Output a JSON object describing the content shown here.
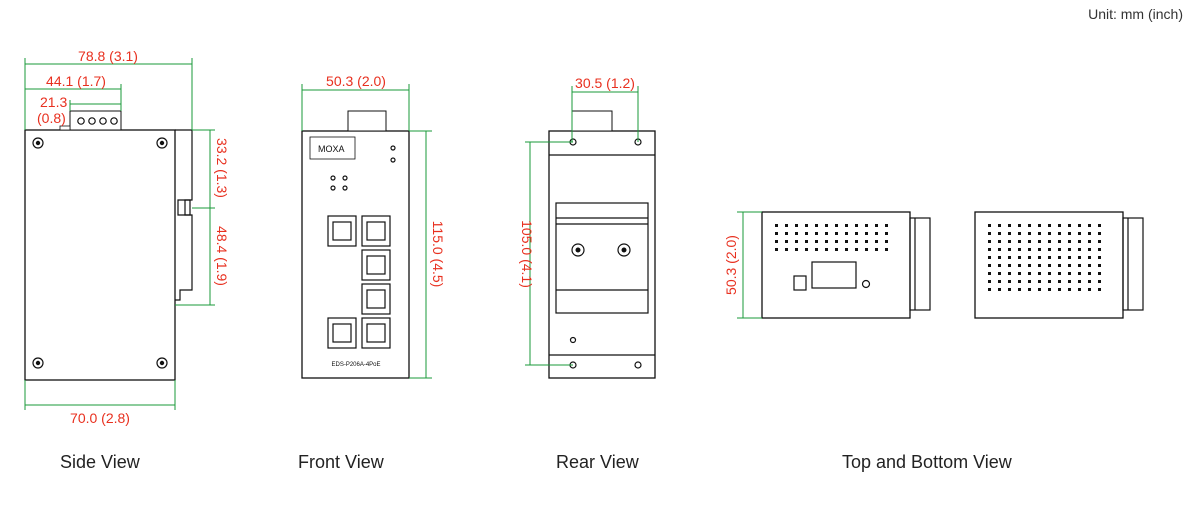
{
  "unit_label": "Unit: mm (inch)",
  "views": {
    "side": "Side View",
    "front": "Front View",
    "rear": "Rear View",
    "top_bottom": "Top and Bottom View"
  },
  "dimensions": {
    "side_overall_depth": "78.8 (3.1)",
    "side_terminal_offset": "44.1 (1.7)",
    "side_terminal_width_a": "21.3",
    "side_terminal_width_b": "(0.8)",
    "side_rail_upper": "33.2 (1.3)",
    "side_rail_height": "48.4 (1.9)",
    "side_body_depth": "70.0 (2.8)",
    "front_width": "50.3 (2.0)",
    "front_height": "115.0 (4.5)",
    "rear_clip_width": "30.5 (1.2)",
    "rear_hole_spacing": "105.0 (4.1)",
    "top_width": "50.3 (2.0)"
  },
  "front_labels": {
    "brand": "MOXA",
    "model": "EDS-P206A-4PoE"
  },
  "colors": {
    "dimension_text": "#e8301f",
    "dimension_line": "#1a9a3a",
    "outline": "#111111"
  }
}
